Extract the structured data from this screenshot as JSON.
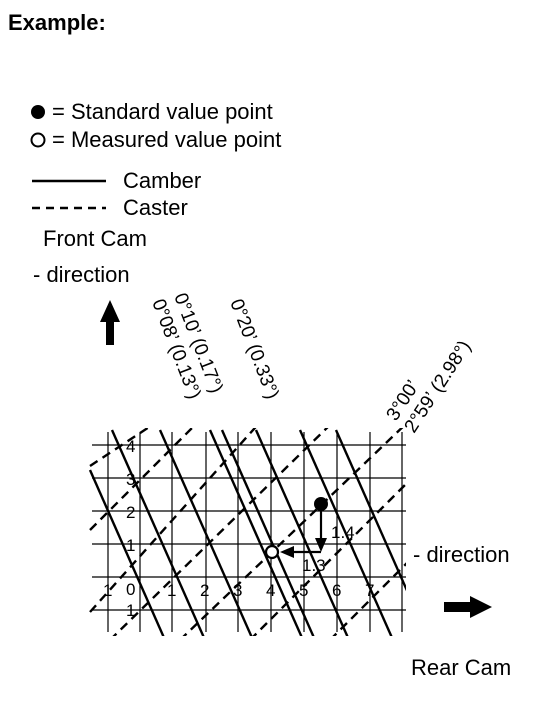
{
  "heading": "Example:",
  "legend": {
    "standard_label": "= Standard value point",
    "measured_label": "= Measured value point",
    "camber_label": "Camber",
    "caster_label": "Caster"
  },
  "front_cam": {
    "title": "Front Cam",
    "direction": "- direction"
  },
  "rear_cam": {
    "title": "Rear Cam",
    "direction": "- direction"
  },
  "rotated_labels": {
    "a1": "0°10’ (0.17°)",
    "a2": "0°08’ (0.13°)",
    "b1": "0°20’ (0.33°)",
    "c1": "3°00’",
    "c2": "2°59’ (2.98°)"
  },
  "y_ticks": [
    "4",
    "3",
    "2",
    "1",
    "0",
    "1"
  ],
  "x_ticks": [
    "1",
    "0",
    "1",
    "2",
    "3",
    "4",
    "5",
    "6",
    "7"
  ],
  "annotations": {
    "vertical_diff": "1.4",
    "horizontal_diff": "1.3"
  }
}
